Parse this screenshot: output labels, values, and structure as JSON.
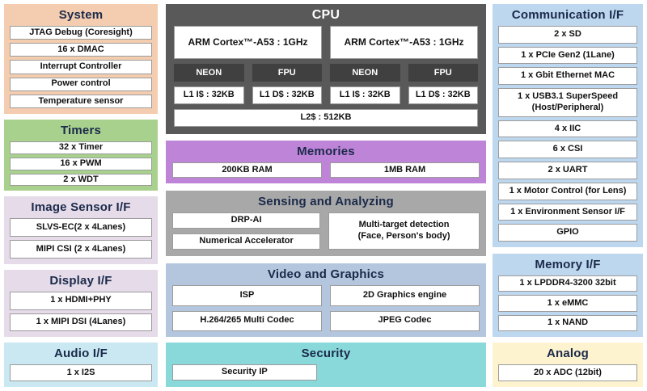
{
  "colors": {
    "system_bg": "#f4cdb0",
    "timers_bg": "#a9d18e",
    "sensor_display_bg": "#e5dbe9",
    "audio_bg": "#c9e8f2",
    "cpu_bg": "#595959",
    "memories_bg": "#be84d8",
    "sensing_bg": "#a8a8a8",
    "video_bg": "#b4c6dd",
    "security_bg": "#8ad9da",
    "communication_bg": "#bdd7ee",
    "analog_bg": "#fdf3cf",
    "title_text": "#1b2a4a",
    "dark_unit_bg": "#404040"
  },
  "blocks": {
    "system": {
      "title": "System",
      "items": [
        "JTAG Debug (Coresight)",
        "16 x DMAC",
        "Interrupt Controller",
        "Power control",
        "Temperature sensor"
      ]
    },
    "timers": {
      "title": "Timers",
      "items": [
        "32 x Timer",
        "16 x PWM",
        "2 x WDT"
      ]
    },
    "image_sensor": {
      "title": "Image Sensor I/F",
      "items": [
        "SLVS-EC(2 x 4Lanes)",
        "MIPI CSI (2 x 4Lanes)"
      ]
    },
    "display": {
      "title": "Display I/F",
      "items": [
        "1 x HDMI+PHY",
        "1 x MIPI DSI (4Lanes)"
      ]
    },
    "audio": {
      "title": "Audio I/F",
      "items": [
        "1 x I2S"
      ]
    },
    "cpu": {
      "title": "CPU",
      "cores": [
        "ARM Cortex™-A53  : 1GHz",
        "ARM Cortex™-A53  : 1GHz"
      ],
      "units": [
        "NEON",
        "FPU",
        "NEON",
        "FPU"
      ],
      "caches": [
        "L1 I$ : 32KB",
        "L1 D$ : 32KB",
        "L1 I$ : 32KB",
        "L1 D$ : 32KB"
      ],
      "l2": "L2$ : 512KB"
    },
    "memories": {
      "title": "Memories",
      "items": [
        "200KB RAM",
        "1MB RAM"
      ]
    },
    "sensing": {
      "title": "Sensing and Analyzing",
      "left_items": [
        "DRP-AI",
        "Numerical Accelerator"
      ],
      "right_item": "Multi-target detection\n(Face, Person's body)"
    },
    "video": {
      "title": "Video and Graphics",
      "items": [
        "ISP",
        "2D Graphics engine",
        "H.264/265 Multi Codec",
        "JPEG Codec"
      ]
    },
    "security": {
      "title": "Security",
      "items": [
        "Security IP"
      ]
    },
    "communication": {
      "title": "Communication I/F",
      "items": [
        "2 x SD",
        "1 x PCIe Gen2 (1Lane)",
        "1 x Gbit Ethernet MAC",
        "1 x USB3.1 SuperSpeed\n(Host/Peripheral)",
        "4 x IIC",
        "6 x CSI",
        "2 x UART",
        "1 x Motor Control (for Lens)",
        "1 x Environment Sensor I/F",
        "GPIO"
      ]
    },
    "memory_if": {
      "title": "Memory I/F",
      "items": [
        "1 x LPDDR4-3200 32bit",
        "1 x eMMC",
        "1 x NAND"
      ]
    },
    "analog": {
      "title": "Analog",
      "items": [
        "20 x ADC (12bit)"
      ]
    }
  }
}
